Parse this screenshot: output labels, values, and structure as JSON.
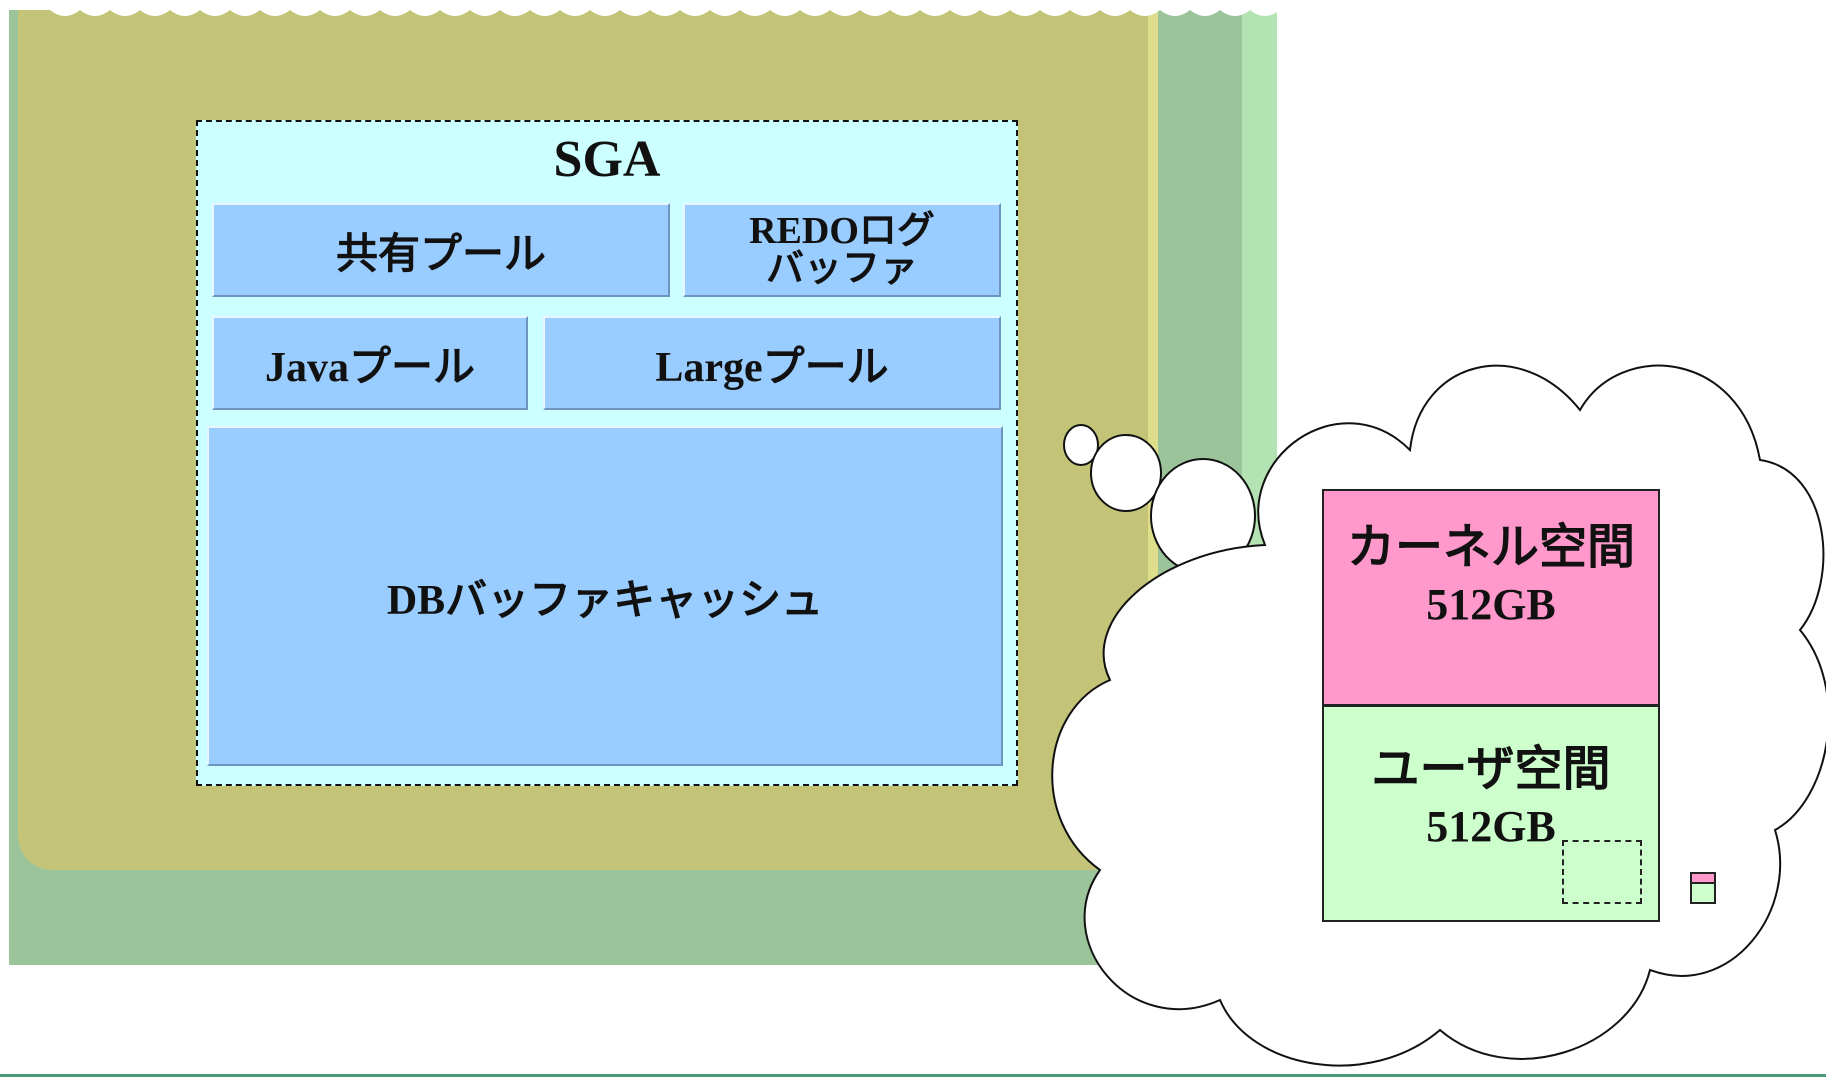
{
  "sga": {
    "title": "SGA",
    "shared_pool": "共有プール",
    "redo_log_buffer_line1": "REDOログ",
    "redo_log_buffer_line2": "バッファ",
    "java_pool": "Javaプール",
    "large_pool": "Largeプール",
    "db_buffer_cache": "DBバッファキャッシュ"
  },
  "memory": {
    "kernel_label": "カーネル空間",
    "kernel_size": "512GB",
    "user_label": "ユーザ空間",
    "user_size": "512GB"
  },
  "colors": {
    "background_green": "#9bc49b",
    "olive_panel": "#c3c478",
    "sga_fill": "#ccffff",
    "pool_fill": "#99ccff",
    "kernel_fill": "#ff99cc",
    "user_fill": "#ccffcc"
  }
}
